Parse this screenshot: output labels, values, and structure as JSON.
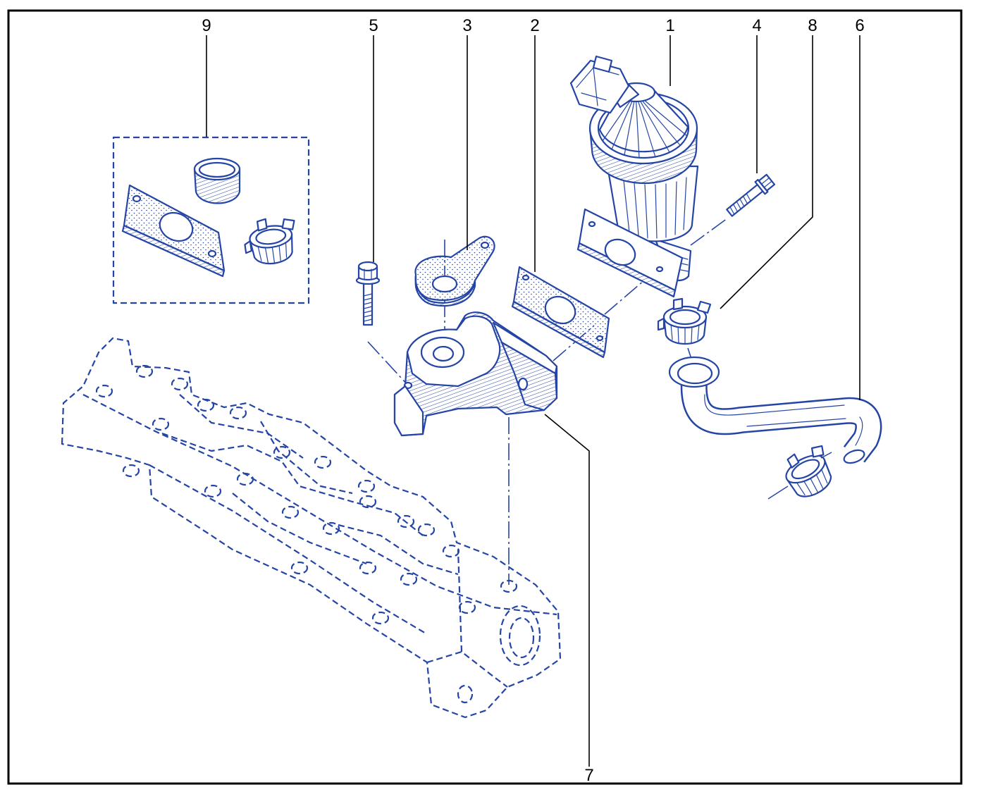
{
  "callouts": [
    {
      "label": "9"
    },
    {
      "label": "5"
    },
    {
      "label": "3"
    },
    {
      "label": "2"
    },
    {
      "label": "1"
    },
    {
      "label": "4"
    },
    {
      "label": "8"
    },
    {
      "label": "6"
    },
    {
      "label": "7"
    }
  ],
  "colors": {
    "line": "#2445a6",
    "frame": "#000000",
    "background": "#ffffff"
  }
}
